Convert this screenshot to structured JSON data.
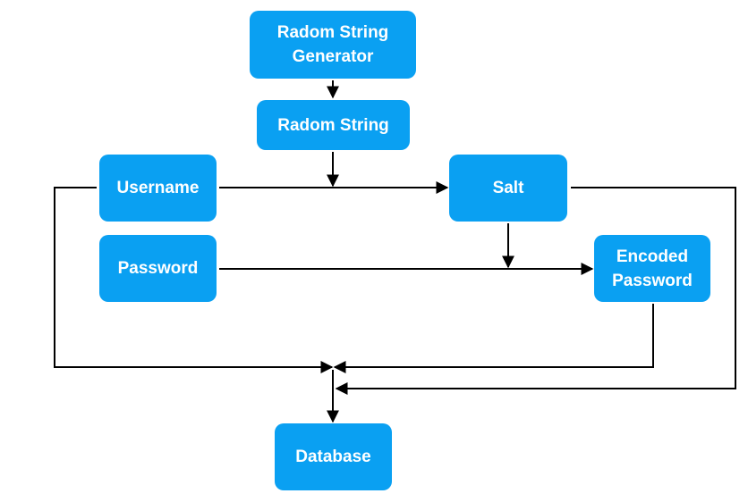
{
  "diagram": {
    "nodes": {
      "generator": "Radom String\nGenerator",
      "random_string": "Radom String",
      "username": "Username",
      "salt": "Salt",
      "password": "Password",
      "encoded_password": "Encoded\nPassword",
      "database": "Database"
    },
    "colors": {
      "node_fill": "#0aa0f2",
      "node_text": "#ffffff",
      "connector": "#000000"
    }
  }
}
